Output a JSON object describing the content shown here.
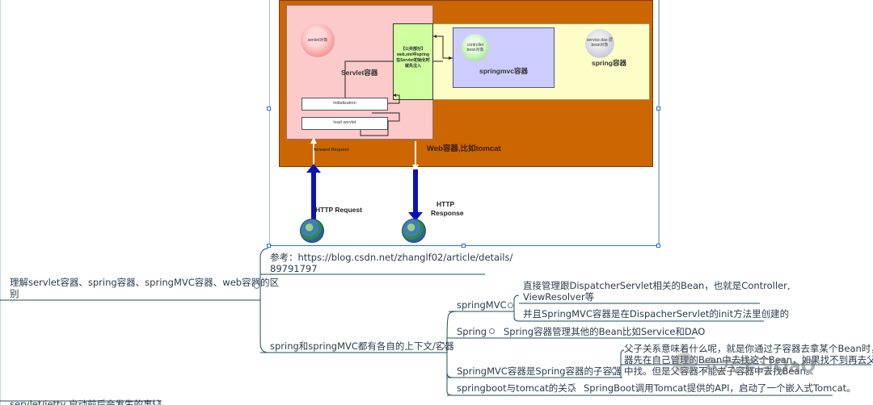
{
  "diagram": {
    "servlet_object": "servlet对象",
    "shared_part": "【公共部分】web.xml中spring在Servlet初始化时就先注入",
    "servlet_container": "Servlet容器",
    "controller_bean": "controller bean对象",
    "springmvc_container": "springmvc容器",
    "service_dao_bean": "service.dao 层bean对象",
    "spring_container": "spring容器",
    "initialization": "initialization",
    "load_servlet": "load servlet",
    "forward_request": "forward  Request",
    "web_container": "Web容器,比如tomcat",
    "http_request": "HTTP Request",
    "http_response_1": "HTTP",
    "http_response_2": "Response"
  },
  "mindmap": {
    "root": {
      "line1": "理解servlet容器、spring容器、springMVC容器、web容器的区",
      "line2": "别"
    },
    "reference": {
      "line1": "参考：https://blog.csdn.net/zhanglf02/article/details/",
      "line2": "89791797"
    },
    "context_node": "spring和springMVC都有各自的上下文/容器",
    "springmvc_node": "springMVC",
    "springmvc_detail1_line1": "直接管理跟DispatcherServlet相关的Bean，也就是Controller,",
    "springmvc_detail1_line2": "ViewResolver等",
    "springmvc_detail2": "并且SpringMVC容器是在DispacherServlet的init方法里创建的",
    "spring_node": "Spring",
    "spring_detail": "Spring容器管理其他的Bean比如Service和DAO",
    "child_node": "SpringMVC容器是Spring容器的子容器",
    "child_detail_line1": "父子关系意味着什么呢，就是你通过子容器去拿某个Bean时，子容",
    "child_detail_line2": "器先在自己管理的Bean中去找这个Bean，如果找不到再去父容器",
    "child_detail_line3": "中找。但是父容器不能去子容器中去找Bean。",
    "springboot_node": "springboot与tomcat的关系",
    "springboot_detail": "SpringBoot调用Tomcat提供的API，启动了一个嵌入式Tomcat。",
    "cutoff_node": "servlet/jetty 启动前后会发生的事情"
  },
  "watermark": "六六学习QaQ",
  "colors": {
    "web_container": "#cc6600",
    "servlet_container": "#fccaca",
    "shared_box": "#cfff9f",
    "spring_box": "#fdfdc8",
    "springmvc_box": "#cccdfe",
    "arrow_blue": "#0a14b4",
    "connector": "#1f4e5a"
  }
}
